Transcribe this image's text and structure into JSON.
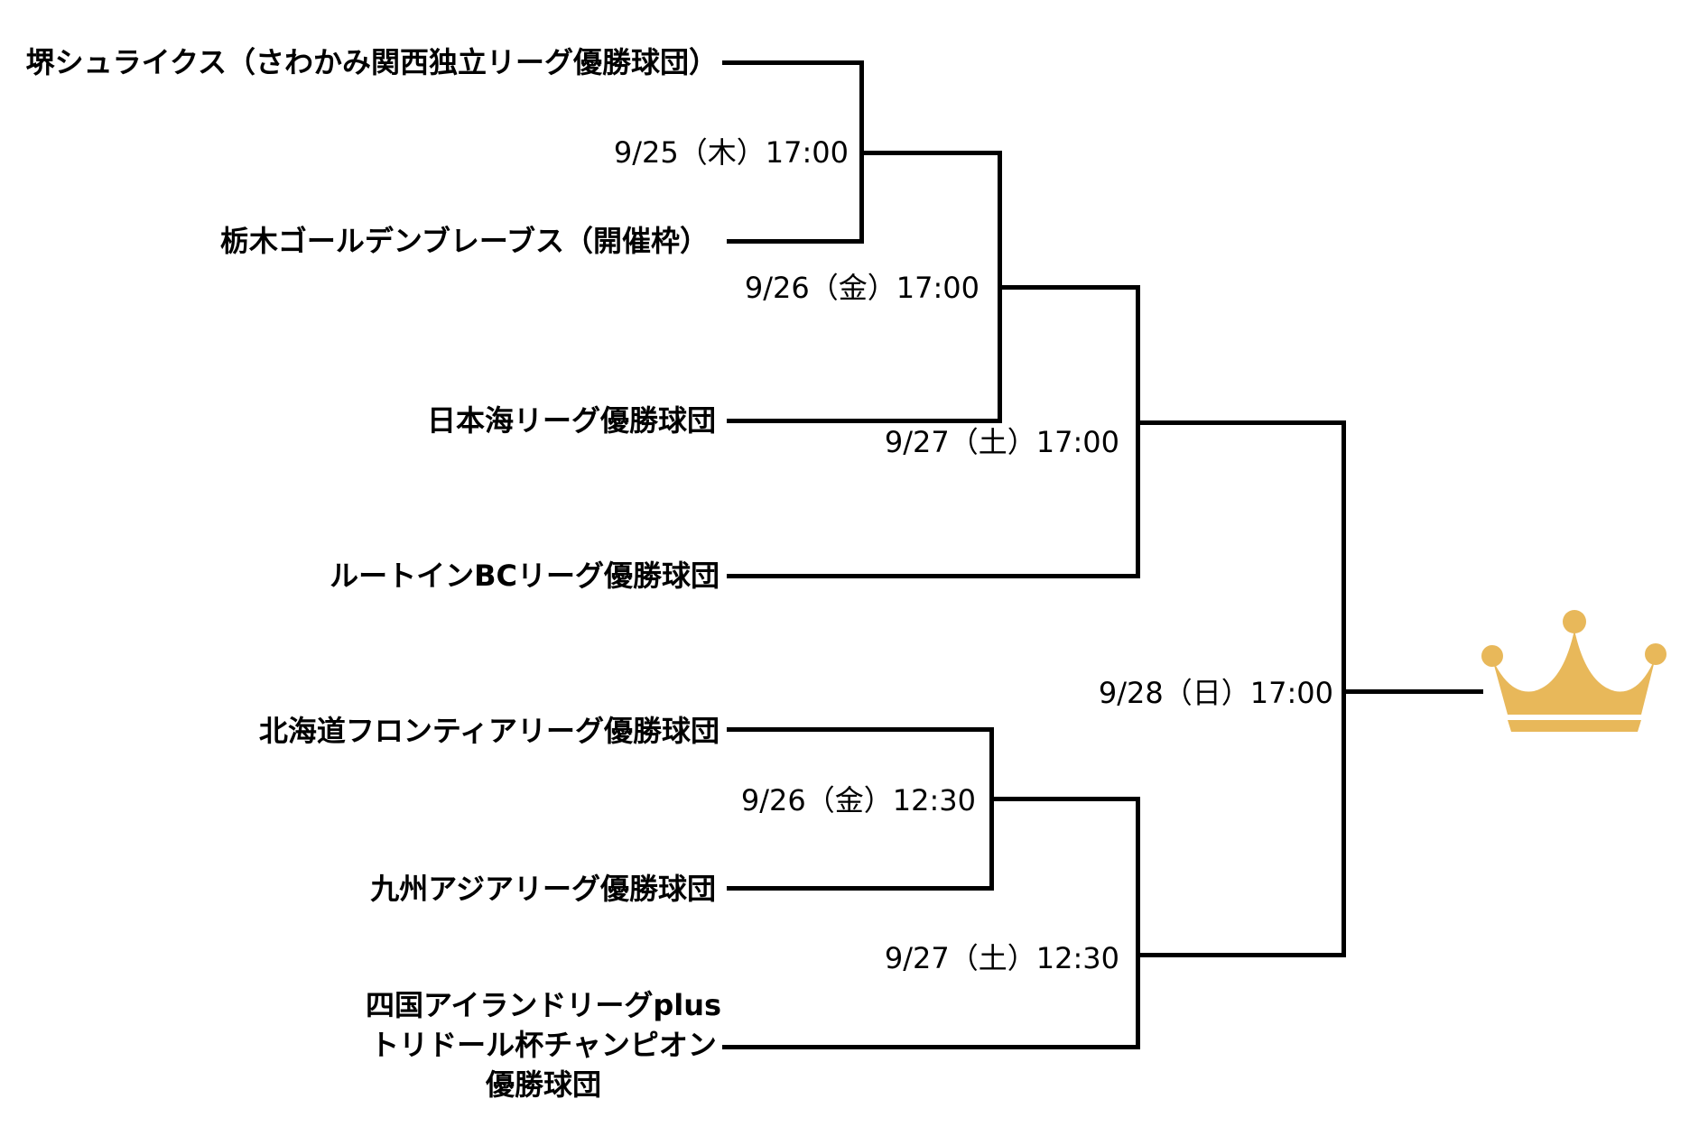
{
  "theme": {
    "background": "#ffffff",
    "line_color": "#000000",
    "text_color": "#000000",
    "crown_color": "#E8B85A"
  },
  "bracket": {
    "teams": [
      {
        "name": "堺シュライクス（さわかみ関西独立リーグ優勝球団）"
      },
      {
        "name": "栃木ゴールデンブレーブス（開催枠）"
      },
      {
        "name": "日本海リーグ優勝球団"
      },
      {
        "name": "ルートインBCリーグ優勝球団"
      },
      {
        "name": "北海道フロンティアリーグ優勝球団"
      },
      {
        "name": "九州アジアリーグ優勝球団"
      },
      {
        "name": "四国アイランドリーグplus トリドール杯チャンピオン 優勝球団",
        "lines": [
          "四国アイランドリーグplus",
          "トリドール杯チャンピオン",
          "優勝球団"
        ]
      }
    ],
    "matches": [
      {
        "datetime": "9/25（木）17:00"
      },
      {
        "datetime": "9/26（金）17:00"
      },
      {
        "datetime": "9/27（土）17:00"
      },
      {
        "datetime": "9/26（金）12:30"
      },
      {
        "datetime": "9/27（土）12:30"
      },
      {
        "datetime": "9/28（日）17:00"
      }
    ],
    "winner_icon": "crown"
  }
}
